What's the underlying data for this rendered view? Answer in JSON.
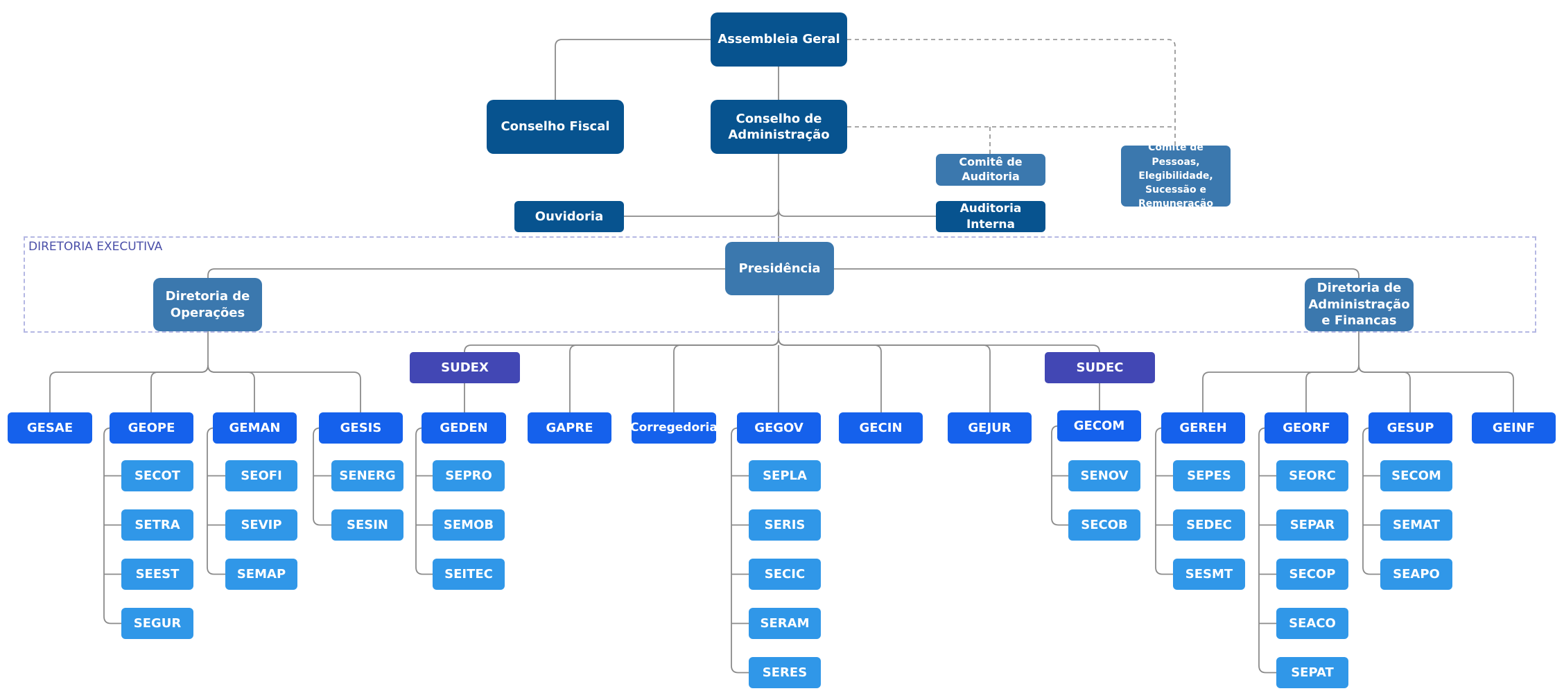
{
  "region_label": "DIRETORIA EXECUTIVA",
  "colors": {
    "navy": "#07538f",
    "steel": "#3b78ae",
    "violet": "#4247b4",
    "blue": "#1561ec",
    "sky": "#3097e8",
    "connector": "#8a8a8a",
    "dashed_connector": "#8a8a8a"
  },
  "top": {
    "assembleia": "Assembleia Geral",
    "conselho_fiscal": "Conselho Fiscal",
    "conselho_adm": "Conselho de Administração",
    "comite_auditoria": "Comitê de Auditoria",
    "comite_pessoas": "Comitê de Pessoas, Elegibilidade, Sucessão e Remuneração",
    "ouvidoria": "Ouvidoria",
    "auditoria_interna": "Auditoria Interna"
  },
  "exec": {
    "presidencia": "Presidência",
    "dir_operacoes": "Diretoria de Operações",
    "dir_adm_financas": "Diretoria de Administração e Financas"
  },
  "superintendencias": {
    "sudex": "SUDEX",
    "sudec": "SUDEC"
  },
  "gerencias": [
    {
      "id": "gesae",
      "label": "GESAE",
      "sections": []
    },
    {
      "id": "geope",
      "label": "GEOPE",
      "sections": [
        "SECOT",
        "SETRA",
        "SEEST",
        "SEGUR"
      ]
    },
    {
      "id": "geman",
      "label": "GEMAN",
      "sections": [
        "SEOFI",
        "SEVIP",
        "SEMAP"
      ]
    },
    {
      "id": "gesis",
      "label": "GESIS",
      "sections": [
        "SENERG",
        "SESIN"
      ]
    },
    {
      "id": "geden",
      "label": "GEDEN",
      "sections": [
        "SEPRO",
        "SEMOB",
        "SEITEC"
      ]
    },
    {
      "id": "gapre",
      "label": "GAPRE",
      "sections": []
    },
    {
      "id": "corregedoria",
      "label": "Corregedoria",
      "sections": []
    },
    {
      "id": "gegov",
      "label": "GEGOV",
      "sections": [
        "SEPLA",
        "SERIS",
        "SECIC",
        "SERAM",
        "SERES"
      ]
    },
    {
      "id": "gecin",
      "label": "GECIN",
      "sections": []
    },
    {
      "id": "gejur",
      "label": "GEJUR",
      "sections": []
    },
    {
      "id": "gecom",
      "label": "GECOM",
      "sections": [
        "SENOV",
        "SECOB"
      ]
    },
    {
      "id": "gereh",
      "label": "GEREH",
      "sections": [
        "SEPES",
        "SEDEC",
        "SESMT"
      ]
    },
    {
      "id": "georf",
      "label": "GEORF",
      "sections": [
        "SEORC",
        "SEPAR",
        "SECOP",
        "SEACO",
        "SEPAT"
      ]
    },
    {
      "id": "gesup",
      "label": "GESUP",
      "sections": [
        "SECOM",
        "SEMAT",
        "SEAPO"
      ]
    },
    {
      "id": "geinf",
      "label": "GEINF",
      "sections": []
    }
  ]
}
